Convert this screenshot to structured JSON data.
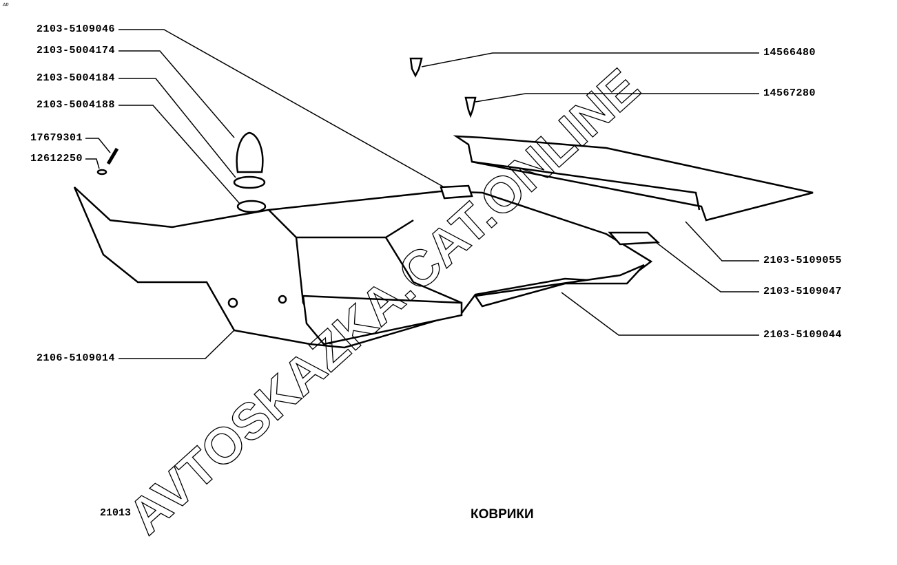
{
  "corner_mark": "AD",
  "title": "КОВРИКИ",
  "model": "21013",
  "watermark": "AVTOSKAZKA.CAT.ONLINE",
  "labels_left": [
    "2103-5109046",
    "2103-5004174",
    "2103-5004184",
    "2103-5004188",
    "17679301",
    "12612250",
    "2106-5109014"
  ],
  "labels_right": [
    "14566480",
    "14567280",
    "2103-5109055",
    "2103-5109047",
    "2103-5109044"
  ]
}
